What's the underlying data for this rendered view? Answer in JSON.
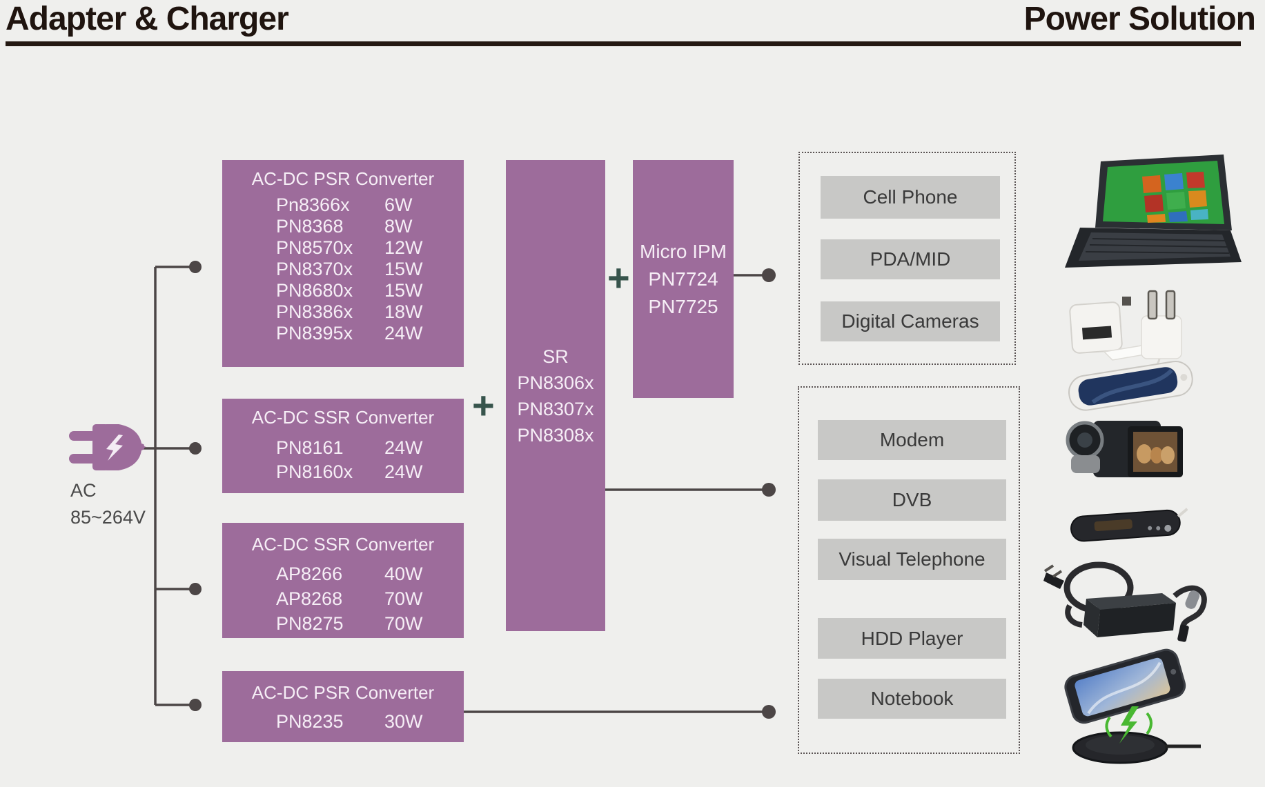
{
  "header": {
    "left_title": "Adapter & Charger",
    "right_title": "Power Solution"
  },
  "source": {
    "line1": "AC",
    "line2": "85~264V"
  },
  "plus": "+",
  "converters": [
    {
      "title": "AC-DC PSR Converter",
      "rows": [
        {
          "part": "Pn8366x",
          "watt": "6W"
        },
        {
          "part": "PN8368",
          "watt": "8W"
        },
        {
          "part": "PN8570x",
          "watt": "12W"
        },
        {
          "part": "PN8370x",
          "watt": "15W"
        },
        {
          "part": "PN8680x",
          "watt": "15W"
        },
        {
          "part": "PN8386x",
          "watt": "18W"
        },
        {
          "part": "PN8395x",
          "watt": "24W"
        }
      ]
    },
    {
      "title": "AC-DC SSR Converter",
      "rows": [
        {
          "part": "PN8161",
          "watt": "24W"
        },
        {
          "part": "PN8160x",
          "watt": "24W"
        }
      ]
    },
    {
      "title": "AC-DC SSR Converter",
      "rows": [
        {
          "part": "AP8266",
          "watt": "40W"
        },
        {
          "part": "AP8268",
          "watt": "70W"
        },
        {
          "part": "PN8275",
          "watt": "70W"
        }
      ]
    },
    {
      "title": "AC-DC PSR Converter",
      "rows": [
        {
          "part": "PN8235",
          "watt": "30W"
        }
      ]
    }
  ],
  "sr": {
    "lines": [
      "SR",
      "PN8306x",
      "PN8307x",
      "PN8308x"
    ]
  },
  "ipm": {
    "lines": [
      "Micro IPM",
      "PN7724",
      "PN7725"
    ]
  },
  "groups": [
    {
      "items": [
        "Cell Phone",
        "PDA/MID",
        "Digital Cameras"
      ]
    },
    {
      "items": [
        "Modem",
        "DVB",
        "Visual Telephone",
        "HDD Player",
        "Notebook"
      ]
    }
  ],
  "colors": {
    "background": "#efefed",
    "block_purple": "#9d6c9b",
    "block_text": "#f6eef6",
    "heading": "#1f140f",
    "wire": "#4c4646",
    "plus_green": "#37544c",
    "device_box": "#c8c8c6",
    "device_text": "#3a3a3a"
  }
}
